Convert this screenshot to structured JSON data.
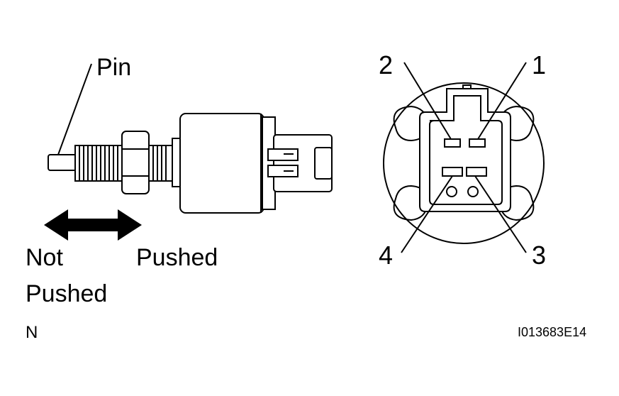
{
  "labels": {
    "pin": "Pin",
    "not": "Not",
    "pushed_under_not": "Pushed",
    "pushed": "Pushed",
    "view_marker": "N",
    "figure_code": "I013683E14"
  },
  "terminals": {
    "t1": "1",
    "t2": "2",
    "t3": "3",
    "t4": "4"
  },
  "colors": {
    "ink": "#000000",
    "paper": "#ffffff"
  },
  "icons": {
    "arrow": "double-headed-arrow"
  }
}
